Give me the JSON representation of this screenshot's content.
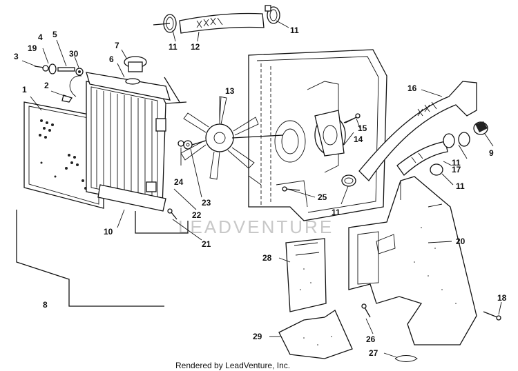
{
  "watermark": "LEADVENTURE",
  "footer": "Rendered by LeadVenture, Inc.",
  "callouts": [
    {
      "id": "c1",
      "label": "1"
    },
    {
      "id": "c2",
      "label": "2"
    },
    {
      "id": "c3",
      "label": "3"
    },
    {
      "id": "c4",
      "label": "4"
    },
    {
      "id": "c5",
      "label": "5"
    },
    {
      "id": "c6",
      "label": "6"
    },
    {
      "id": "c7",
      "label": "7"
    },
    {
      "id": "c8",
      "label": "8"
    },
    {
      "id": "c9",
      "label": "9"
    },
    {
      "id": "c10",
      "label": "10"
    },
    {
      "id": "c11a",
      "label": "11"
    },
    {
      "id": "c11b",
      "label": "11"
    },
    {
      "id": "c11c",
      "label": "11"
    },
    {
      "id": "c11d",
      "label": "11"
    },
    {
      "id": "c11e",
      "label": "11"
    },
    {
      "id": "c12",
      "label": "12"
    },
    {
      "id": "c13",
      "label": "13"
    },
    {
      "id": "c14",
      "label": "14"
    },
    {
      "id": "c15",
      "label": "15"
    },
    {
      "id": "c16",
      "label": "16"
    },
    {
      "id": "c17",
      "label": "17"
    },
    {
      "id": "c18",
      "label": "18"
    },
    {
      "id": "c19",
      "label": "19"
    },
    {
      "id": "c20",
      "label": "20"
    },
    {
      "id": "c21",
      "label": "21"
    },
    {
      "id": "c22",
      "label": "22"
    },
    {
      "id": "c23",
      "label": "23"
    },
    {
      "id": "c24",
      "label": "24"
    },
    {
      "id": "c25",
      "label": "25"
    },
    {
      "id": "c26",
      "label": "26"
    },
    {
      "id": "c27",
      "label": "27"
    },
    {
      "id": "c28",
      "label": "28"
    },
    {
      "id": "c29",
      "label": "29"
    },
    {
      "id": "c30",
      "label": "30"
    }
  ]
}
